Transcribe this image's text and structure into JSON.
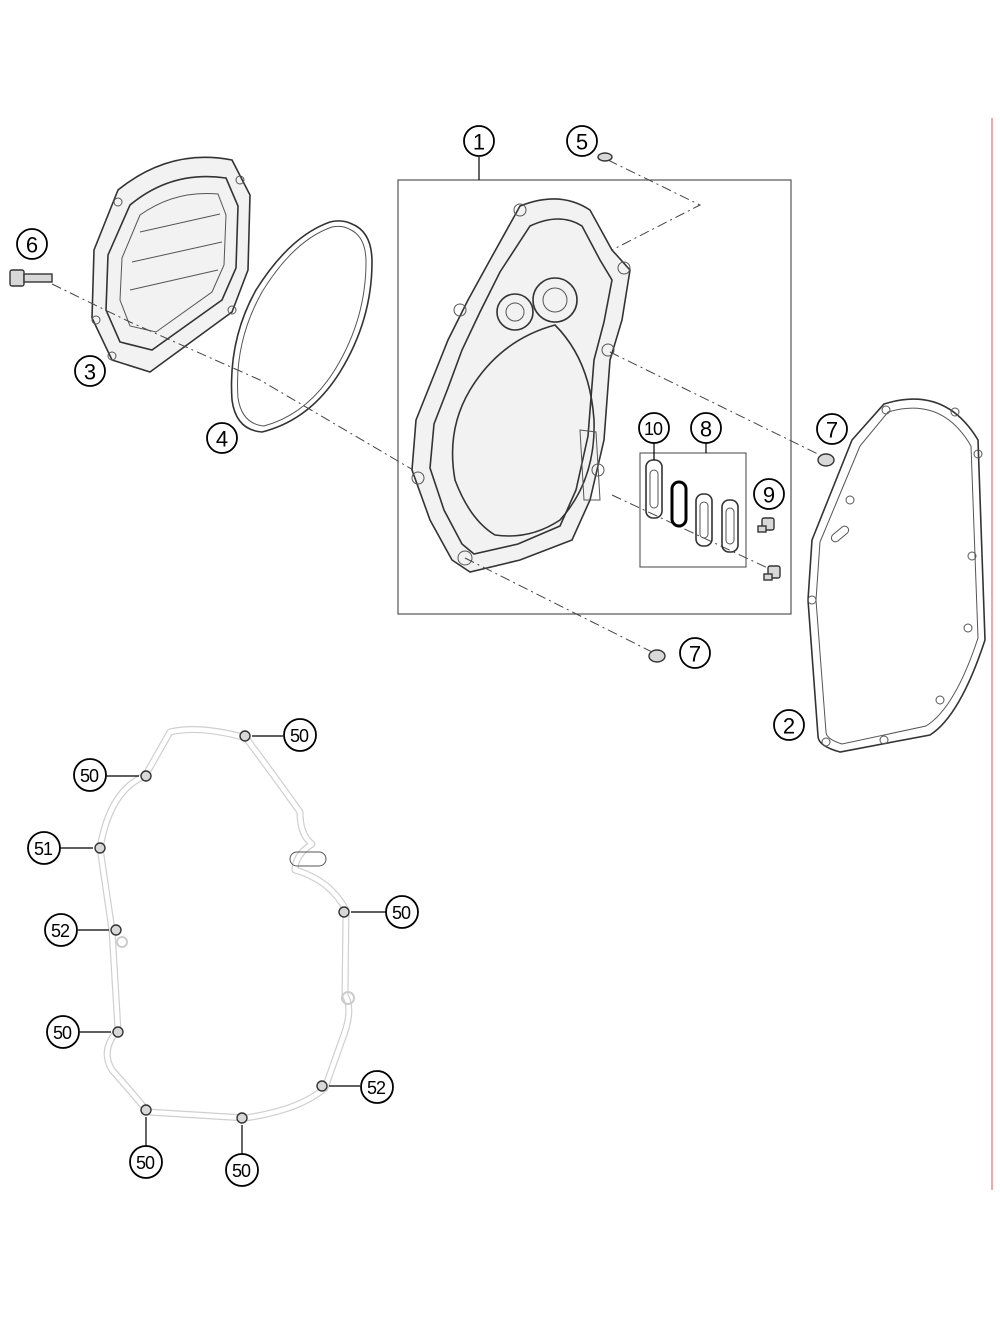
{
  "diagram": {
    "callouts": {
      "c1": "1",
      "c2": "2",
      "c3": "3",
      "c4": "4",
      "c5": "5",
      "c6": "6",
      "c7a": "7",
      "c7b": "7",
      "c8": "8",
      "c9": "9",
      "c10": "10"
    },
    "torque_callouts": {
      "t1": "50",
      "t2": "50",
      "t3": "51",
      "t4": "50",
      "t5": "52",
      "t6": "50",
      "t7": "52",
      "t8": "50",
      "t9": "50"
    },
    "colors": {
      "line": "#333333",
      "ghost": "#cfcfcf",
      "margin_rule": "#e05050"
    }
  }
}
